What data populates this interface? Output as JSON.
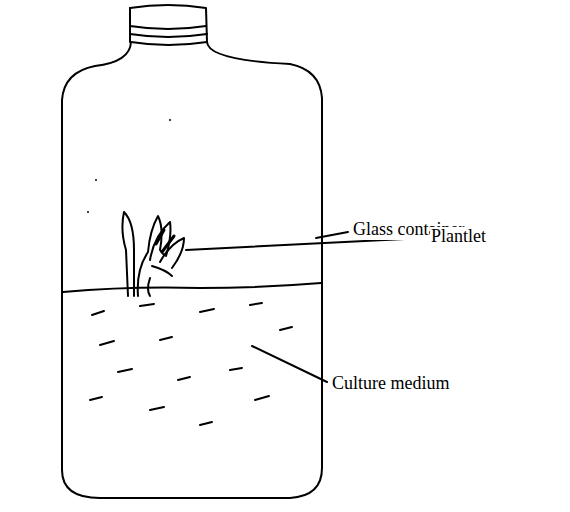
{
  "diagram": {
    "labels": [
      "Glass container",
      "Plantlet",
      "Culture medium"
    ]
  }
}
